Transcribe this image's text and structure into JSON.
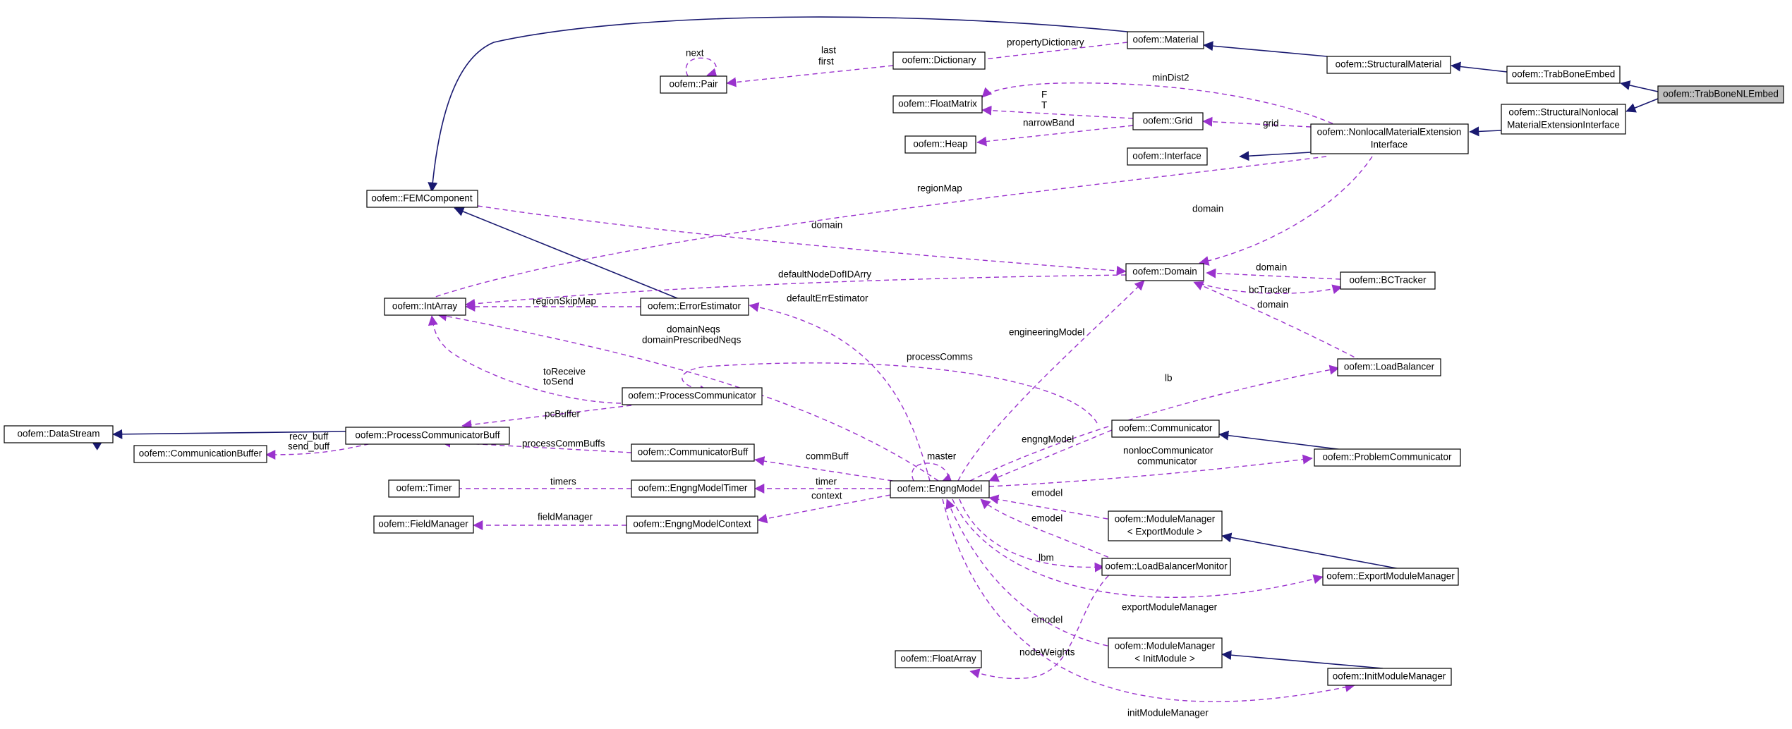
{
  "nodes": {
    "trabbonenlembed": "oofem::TrabBoneNLEmbed",
    "trabboneembed": "oofem::TrabBoneEmbed",
    "structuralmaterial": "oofem::StructuralMaterial",
    "material": "oofem::Material",
    "dictionary": "oofem::Dictionary",
    "pair": "oofem::Pair",
    "floatmatrix": "oofem::FloatMatrix",
    "grid": "oofem::Grid",
    "heap": "oofem::Heap",
    "interface": "oofem::Interface",
    "nonlocalmei": [
      "oofem::NonlocalMaterialExtension",
      "Interface"
    ],
    "structuralnonlocalmei": [
      "oofem::StructuralNonlocal",
      "MaterialExtensionInterface"
    ],
    "femcomponent": "oofem::FEMComponent",
    "intarray": "oofem::IntArray",
    "errorestimator": "oofem::ErrorEstimator",
    "domain": "oofem::Domain",
    "bctracker": "oofem::BCTracker",
    "loadbalancer": "oofem::LoadBalancer",
    "processcommunicator": "oofem::ProcessCommunicator",
    "datastream": "oofem::DataStream",
    "processcommunicatorbuff": "oofem::ProcessCommunicatorBuff",
    "communicationbuffer": "oofem::CommunicationBuffer",
    "communicatorbuff": "oofem::CommunicatorBuff",
    "communicator": "oofem::Communicator",
    "problemcommunicator": "oofem::ProblemCommunicator",
    "timer": "oofem::Timer",
    "engngmodeltimer": "oofem::EngngModelTimer",
    "engngmodel": "oofem::EngngModel",
    "fieldmanager": "oofem::FieldManager",
    "engngmodelcontext": "oofem::EngngModelContext",
    "modulemanagerexport": [
      "oofem::ModuleManager",
      "< ExportModule >"
    ],
    "exportmodulemanager": "oofem::ExportModuleManager",
    "loadbalancermonitor": "oofem::LoadBalancerMonitor",
    "floatarray": "oofem::FloatArray",
    "modulemanagerinit": [
      "oofem::ModuleManager",
      "< InitModule >"
    ],
    "initmodulemanager": "oofem::InitModuleManager"
  },
  "labels": {
    "propertyDictionary": "propertyDictionary",
    "last": "last",
    "first": "first",
    "next": "next",
    "minDist2": "minDist2",
    "F": "F",
    "T": "T",
    "narrowBand": "narrowBand",
    "grid": "grid",
    "regionMap": "regionMap",
    "domain1": "domain",
    "domain2": "domain",
    "domain3": "domain",
    "domain4": "domain",
    "defaultNodeDofIDArry": "defaultNodeDofIDArry",
    "regionSkipMap": "regionSkipMap",
    "defaultErrEstimator": "defaultErrEstimator",
    "bcTracker": "bcTracker",
    "domainNeqs": "domainNeqs",
    "domainPrescribedNeqs": "domainPrescribedNeqs",
    "engineeringModel": "engineeringModel",
    "processComms": "processComms",
    "lb": "lb",
    "toReceive": "toReceive",
    "toSend": "toSend",
    "pcBuffer": "pcBuffer",
    "recv_buff": "recv_buff",
    "send_buff": "send_buff",
    "processCommBuffs": "processCommBuffs",
    "commBuff": "commBuff",
    "master": "master",
    "engngModel": "engngModel",
    "nonlocCommunicator": "nonlocCommunicator",
    "communicator": "communicator",
    "timers": "timers",
    "timer": "timer",
    "context": "context",
    "fieldManager": "fieldManager",
    "emodel1": "emodel",
    "emodel2": "emodel",
    "emodel3": "emodel",
    "lbm": "lbm",
    "exportModuleManager": "exportModuleManager",
    "nodeWeights": "nodeWeights",
    "initModuleManager": "initModuleManager"
  }
}
